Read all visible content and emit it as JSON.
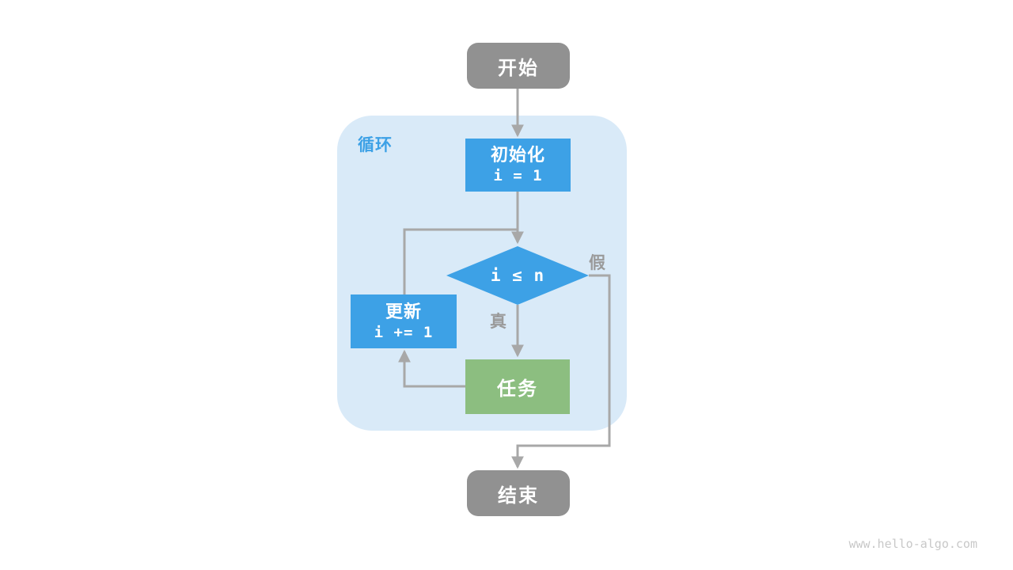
{
  "page": {
    "watermark": "www.hello-algo.com"
  },
  "flowchart": {
    "type": "loop-flowchart",
    "loop_label": "循环",
    "nodes": {
      "start": {
        "label": "开始",
        "shape": "rounded-terminal"
      },
      "init": {
        "title": "初始化",
        "code": "i = 1",
        "shape": "process"
      },
      "condition": {
        "code": "i ≤ n",
        "shape": "diamond"
      },
      "update": {
        "title": "更新",
        "code": "i += 1",
        "shape": "process"
      },
      "task": {
        "label": "任务",
        "shape": "process"
      },
      "end": {
        "label": "结束",
        "shape": "rounded-terminal"
      }
    },
    "branches": {
      "true_label": "真",
      "false_label": "假"
    },
    "edges": [
      {
        "from": "start",
        "to": "init"
      },
      {
        "from": "init",
        "to": "condition"
      },
      {
        "from": "condition",
        "to": "task",
        "label": "真"
      },
      {
        "from": "task",
        "to": "update"
      },
      {
        "from": "update",
        "to": "condition"
      },
      {
        "from": "condition",
        "to": "end",
        "label": "假"
      }
    ],
    "colors": {
      "terminal_gray": "#919191",
      "process_blue": "#3da1e6",
      "task_green": "#8cbe80",
      "loop_background": "#d9eaf8",
      "loop_label_blue": "#3da1e6",
      "edge_gray": "#a8a8a8",
      "branch_label_gray": "#9a9a9a",
      "watermark_gray": "#c8c8c8"
    }
  }
}
